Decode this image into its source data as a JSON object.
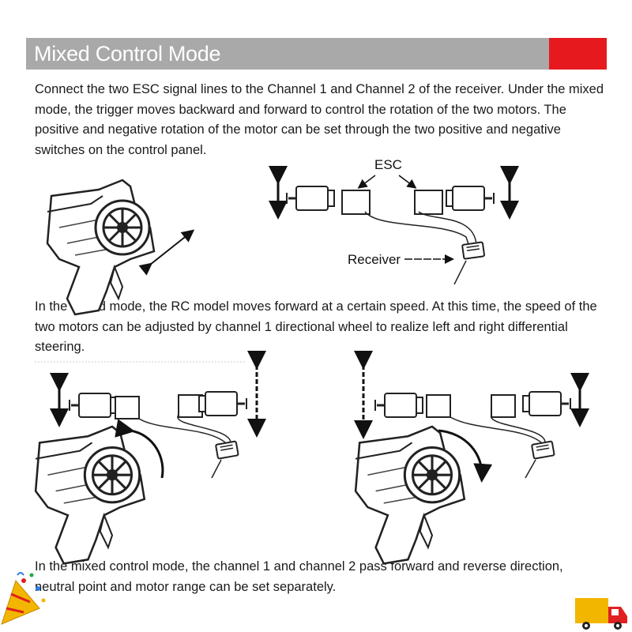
{
  "header": {
    "title": "Mixed Control Mode",
    "bar_color": "#a9a9a9",
    "accent_color": "#e5191e"
  },
  "paragraphs": {
    "intro": "Connect the two ESC signal lines to the Channel 1 and Channel 2 of the receiver. Under the mixed mode, the trigger moves backward and forward to control the rotation of the two motors. The positive and negative rotation of the motor can be set through the two positive and negative switches on the control panel.",
    "steering": "In the mixed mode, the RC model moves forward at a certain speed. At this time, the speed of the two motors can be adjusted by channel 1 directional wheel to realize left and right differential steering.",
    "separate": "In the mixed control mode, the channel 1 and channel 2 pass forward and reverse direction, neutral point and motor range can be set separately."
  },
  "diagram_labels": {
    "esc": "ESC",
    "receiver": "Receiver"
  },
  "icons": {
    "confetti": "party-popper-icon",
    "delivery": "delivery-truck-icon"
  }
}
